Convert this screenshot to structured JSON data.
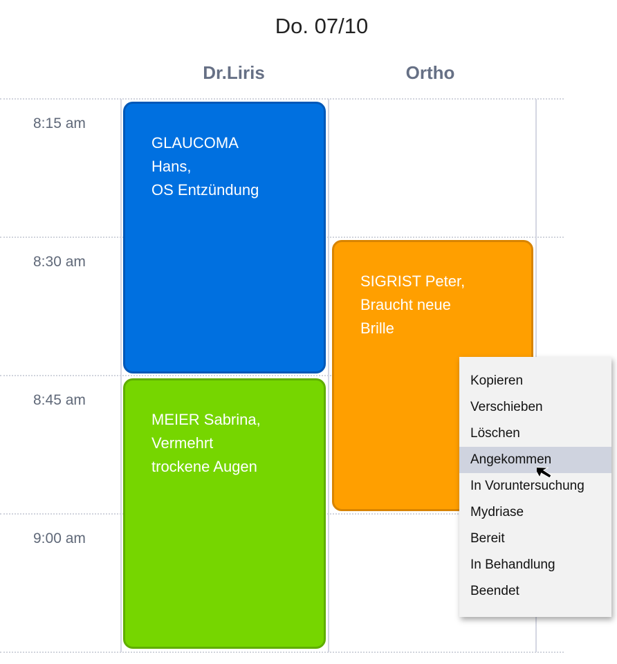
{
  "header": {
    "date": "Do. 07/10"
  },
  "columns": [
    {
      "label": "Dr.Liris"
    },
    {
      "label": "Ortho"
    }
  ],
  "times": [
    "8:15 am",
    "8:30 am",
    "8:45 am",
    "9:00 am"
  ],
  "events": [
    {
      "lines": [
        "GLAUCOMA",
        "Hans,",
        "OS Entzündung"
      ],
      "color": "#0070e0"
    },
    {
      "lines": [
        "MEIER Sabrina,",
        "Vermehrt",
        "trockene Augen"
      ],
      "color": "#76d600"
    },
    {
      "lines": [
        "SIGRIST Peter,",
        "Braucht neue",
        "Brille"
      ],
      "color": "#ff9f00"
    }
  ],
  "context_menu": {
    "items": [
      "Kopieren",
      "Verschieben",
      "Löschen",
      "Angekommen",
      "In Voruntersuchung",
      "Mydriase",
      "Bereit",
      "In Behandlung",
      "Beendet"
    ],
    "highlighted": "Angekommen"
  }
}
